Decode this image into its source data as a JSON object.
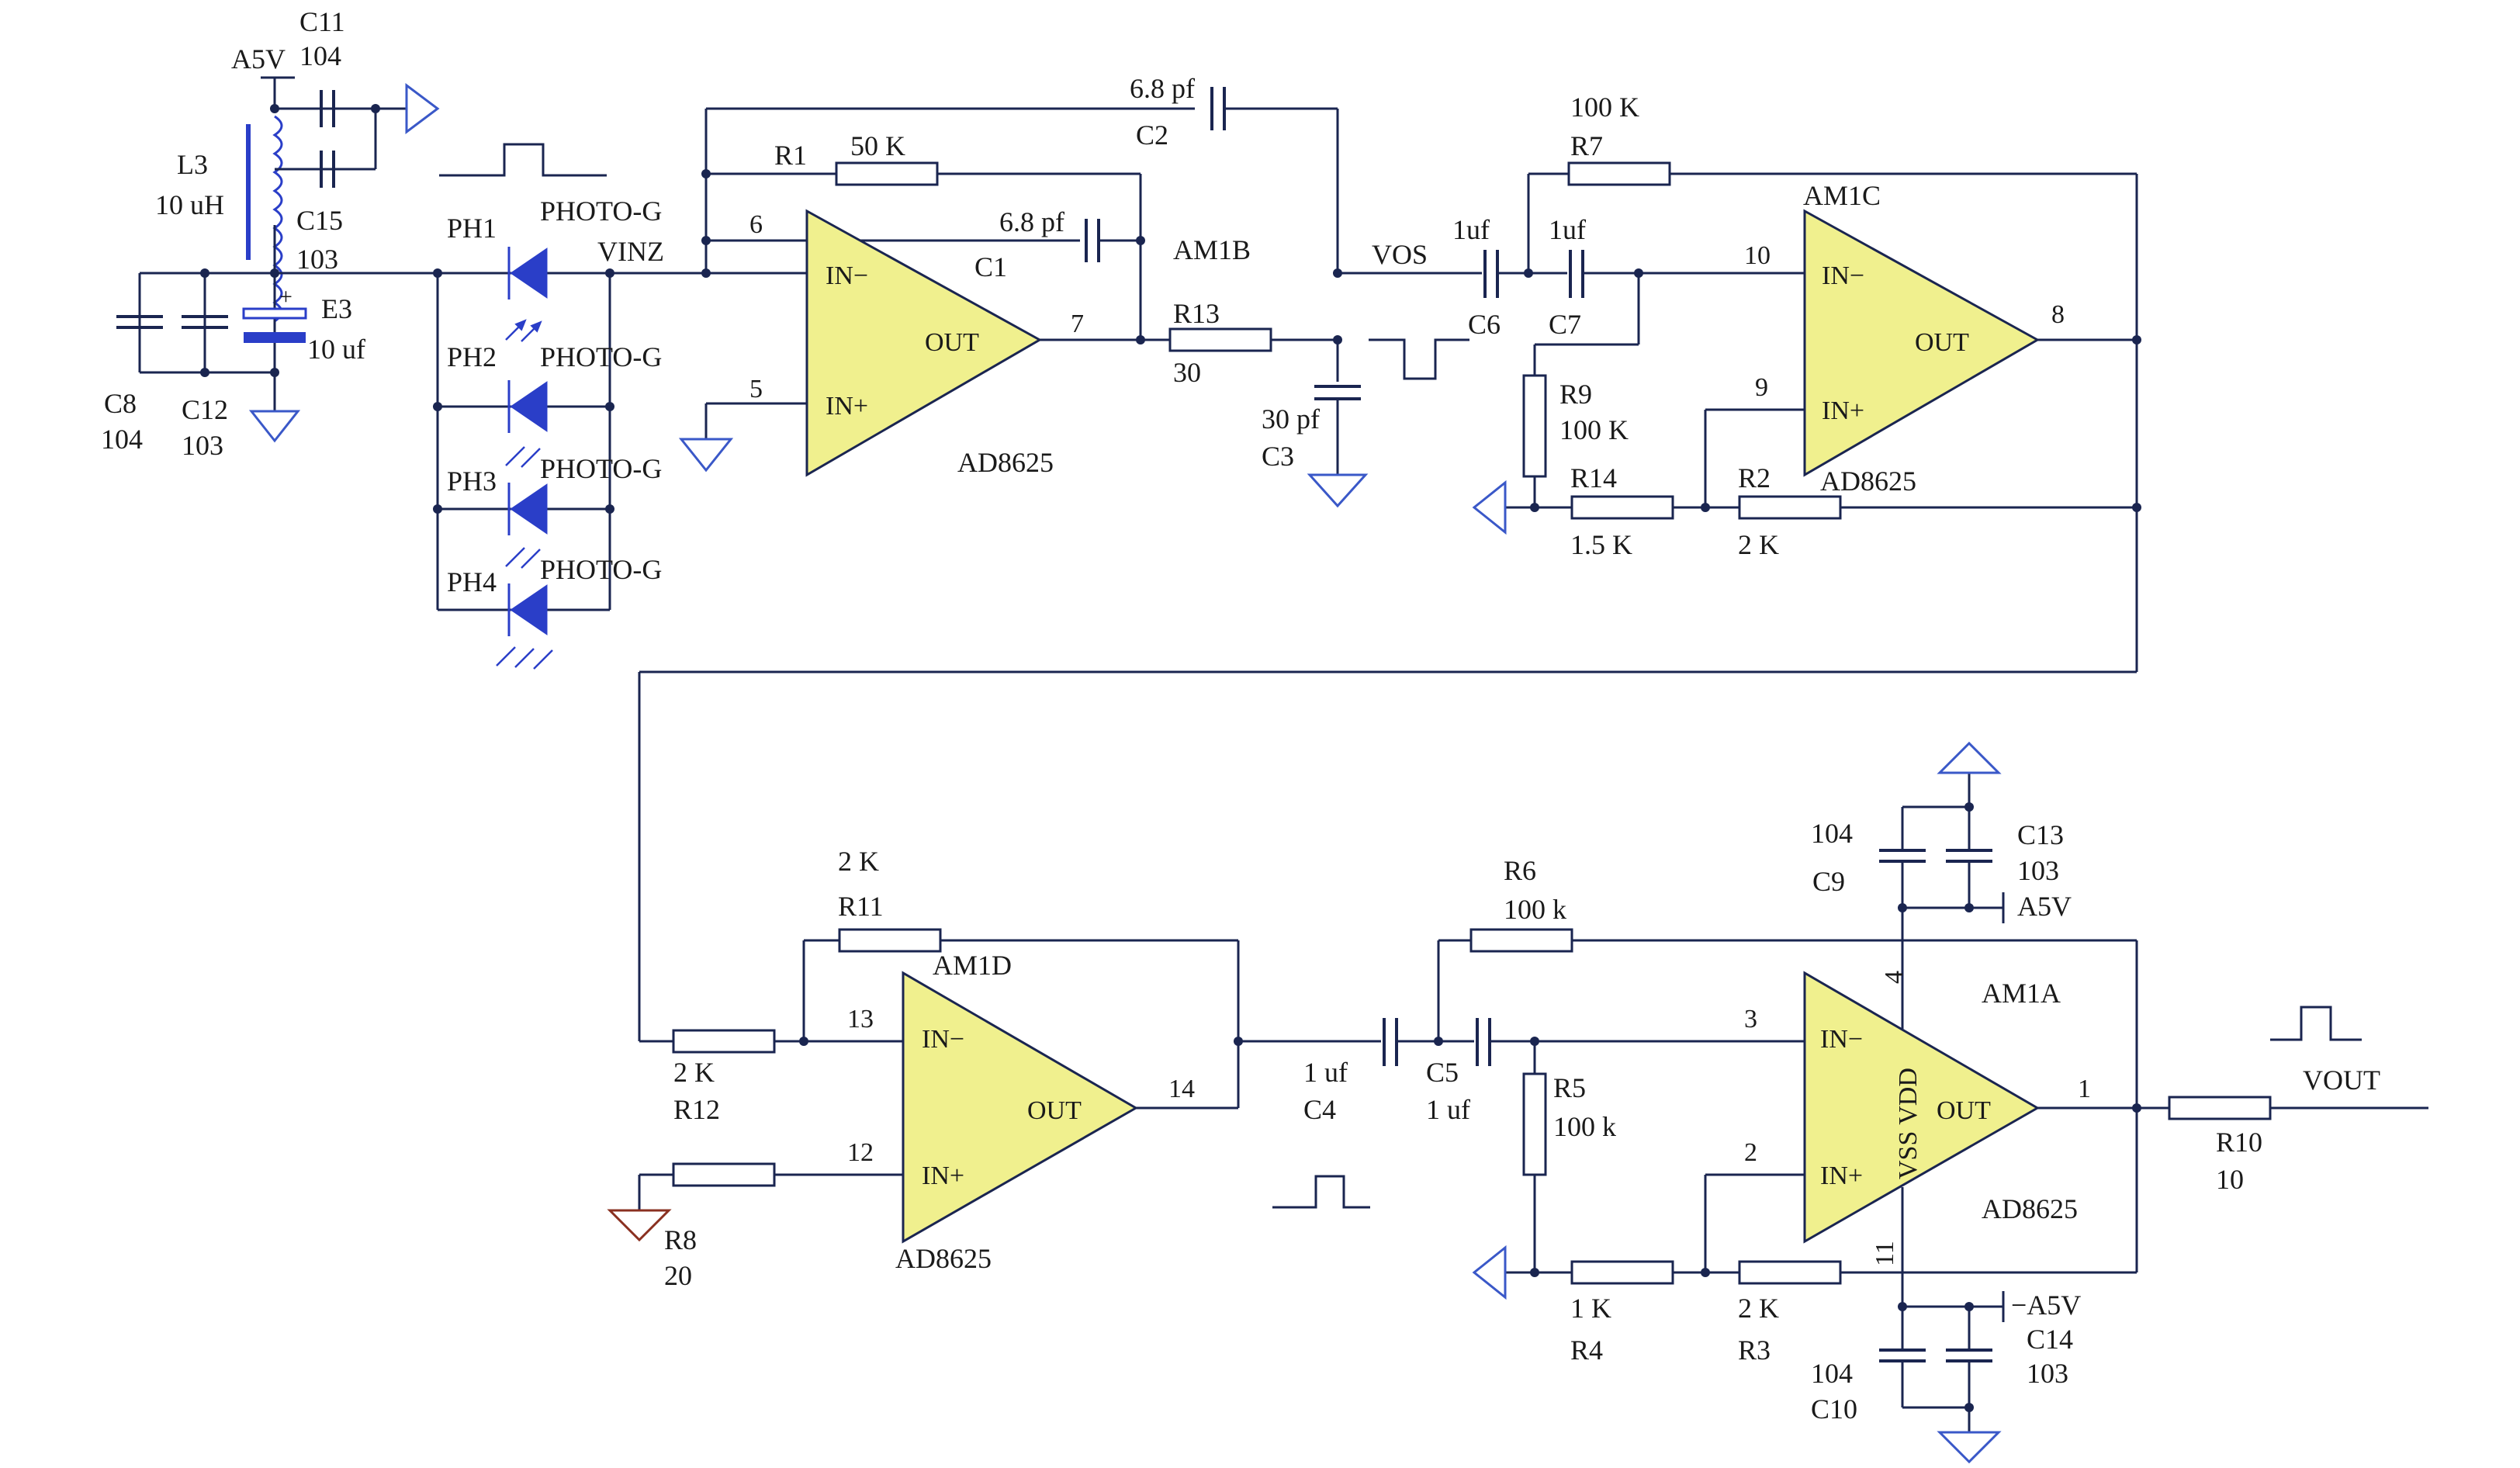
{
  "labels": {
    "c11": "C11",
    "c11_val": "104",
    "a5v_top": "A5V",
    "l3": "L3",
    "l3_val": "10 uH",
    "c15": "C15",
    "c15_val": "103",
    "e3": "E3",
    "e3_val": "10 uf",
    "c8": "C8",
    "c8_val": "104",
    "c12": "C12",
    "c12_val": "103",
    "ph1": "PH1",
    "ph2": "PH2",
    "ph3": "PH3",
    "ph4": "PH4",
    "photo1": "PHOTO-G",
    "photo2": "PHOTO-G",
    "photo3": "PHOTO-G",
    "photo4": "PHOTO-G",
    "vinz": "VINZ",
    "r1": "R1",
    "r1_val": "50 K",
    "c2_val": "6.8 pf",
    "c2": "C2",
    "c1_val": "6.8 pf",
    "c1": "C1",
    "am1b": "AM1B",
    "ad8625_b": "AD8625",
    "pin6": "6",
    "pin5": "5",
    "pin7": "7",
    "r13": "R13",
    "r13_val": "30",
    "c3_val": "30 pf",
    "c3": "C3",
    "vos": "VOS",
    "c6_val": "1uf",
    "c6": "C6",
    "c7_val": "1uf",
    "c7": "C7",
    "r7_val": "100 K",
    "r7": "R7",
    "am1c": "AM1C",
    "pin10": "10",
    "pin9": "9",
    "pin8": "8",
    "r9": "R9",
    "r9_val": "100 K",
    "r14": "R14",
    "r14_val": "1.5 K",
    "r2": "R2",
    "r2_val": "2 K",
    "ad8625_c": "AD8625",
    "r11_val": "2 K",
    "r11": "R11",
    "am1d": "AM1D",
    "pin13": "13",
    "pin12": "12",
    "pin14": "14",
    "r12_val": "2 K",
    "r12": "R12",
    "r8": "R8",
    "r8_val": "20",
    "ad8625_d": "AD8625",
    "c4_val": "1 uf",
    "c4": "C4",
    "c5": "C5",
    "c5_val": "1 uf",
    "r6": "R6",
    "r6_val": "100 k",
    "r5": "R5",
    "r5_val": "100 k",
    "r4_val": "1 K",
    "r4": "R4",
    "r3_val": "2 K",
    "r3": "R3",
    "am1a": "AM1A",
    "ad8625_a": "AD8625",
    "pin3": "3",
    "pin2": "2",
    "pin1": "1",
    "pin4": "4",
    "pin11": "11",
    "vss_vdd": "VSS VDD",
    "c9_val": "104",
    "c9": "C9",
    "c13": "C13",
    "c13_val": "103",
    "a5v_pos": "A5V",
    "a5v_neg": "−A5V",
    "c14": "C14",
    "c14_val": "103",
    "c10_val": "104",
    "c10": "C10",
    "r10": "R10",
    "r10_val": "10",
    "vout": "VOUT",
    "in_minus": "IN−",
    "in_plus": "IN+",
    "out": "OUT"
  }
}
